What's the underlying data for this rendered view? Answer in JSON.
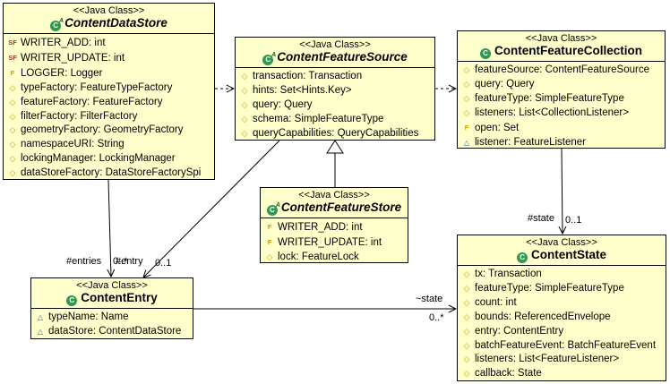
{
  "classes": {
    "content_data_store": {
      "stereotype": "<<Java Class>>",
      "name": "ContentDataStore",
      "fields": [
        {
          "marker": "static-final",
          "text": "WRITER_ADD: int"
        },
        {
          "marker": "static-final",
          "text": "WRITER_UPDATE: int"
        },
        {
          "marker": "final",
          "text": "LOGGER: Logger"
        },
        {
          "marker": "protected",
          "text": "typeFactory: FeatureTypeFactory"
        },
        {
          "marker": "protected",
          "text": "featureFactory: FeatureFactory"
        },
        {
          "marker": "protected",
          "text": "filterFactory: FilterFactory"
        },
        {
          "marker": "protected",
          "text": "geometryFactory: GeometryFactory"
        },
        {
          "marker": "protected",
          "text": "namespaceURI: String"
        },
        {
          "marker": "protected",
          "text": "lockingManager: LockingManager"
        },
        {
          "marker": "protected",
          "text": "dataStoreFactory: DataStoreFactorySpi"
        }
      ]
    },
    "content_feature_source": {
      "stereotype": "<<Java Class>>",
      "name": "ContentFeatureSource",
      "fields": [
        {
          "marker": "protected",
          "text": "transaction: Transaction"
        },
        {
          "marker": "protected",
          "text": "hints: Set<Hints.Key>"
        },
        {
          "marker": "protected",
          "text": "query: Query"
        },
        {
          "marker": "protected",
          "text": "schema: SimpleFeatureType"
        },
        {
          "marker": "protected",
          "text": "queryCapabilities: QueryCapabilities"
        }
      ]
    },
    "content_feature_collection": {
      "stereotype": "<<Java Class>>",
      "name": "ContentFeatureCollection",
      "fields": [
        {
          "marker": "protected",
          "text": "featureSource: ContentFeatureSource"
        },
        {
          "marker": "protected",
          "text": "query: Query"
        },
        {
          "marker": "protected",
          "text": "featureType: SimpleFeatureType"
        },
        {
          "marker": "protected",
          "text": "listeners: List<CollectionListener>"
        },
        {
          "marker": "final",
          "text": "open: Set"
        },
        {
          "marker": "package",
          "text": "listener: FeatureListener"
        }
      ]
    },
    "content_feature_store": {
      "stereotype": "<<Java Class>>",
      "name": "ContentFeatureStore",
      "fields": [
        {
          "marker": "final",
          "text": "WRITER_ADD: int"
        },
        {
          "marker": "final",
          "text": "WRITER_UPDATE: int"
        },
        {
          "marker": "protected",
          "text": "lock: FeatureLock"
        }
      ]
    },
    "content_entry": {
      "stereotype": "<<Java Class>>",
      "name": "ContentEntry",
      "fields": [
        {
          "marker": "package",
          "text": "typeName: Name"
        },
        {
          "marker": "package",
          "text": "dataStore: ContentDataStore"
        }
      ]
    },
    "content_state": {
      "stereotype": "<<Java Class>>",
      "name": "ContentState",
      "fields": [
        {
          "marker": "protected",
          "text": "tx: Transaction"
        },
        {
          "marker": "protected",
          "text": "featureType: SimpleFeatureType"
        },
        {
          "marker": "protected",
          "text": "count: int"
        },
        {
          "marker": "protected",
          "text": "bounds: ReferencedEnvelope"
        },
        {
          "marker": "protected",
          "text": "entry: ContentEntry"
        },
        {
          "marker": "protected",
          "text": "batchFeatureEvent: BatchFeatureEvent"
        },
        {
          "marker": "protected",
          "text": "listeners: List<FeatureListener>"
        },
        {
          "marker": "protected",
          "text": "callback: State"
        }
      ]
    }
  },
  "edge_labels": {
    "entries": "#entries",
    "entries_mult": "0..*",
    "entry": "#entry",
    "entry_mult": "0..1",
    "state": "#state",
    "state_mult": "0..1",
    "tilde_state": "~state",
    "tilde_state_mult": "0..*"
  }
}
